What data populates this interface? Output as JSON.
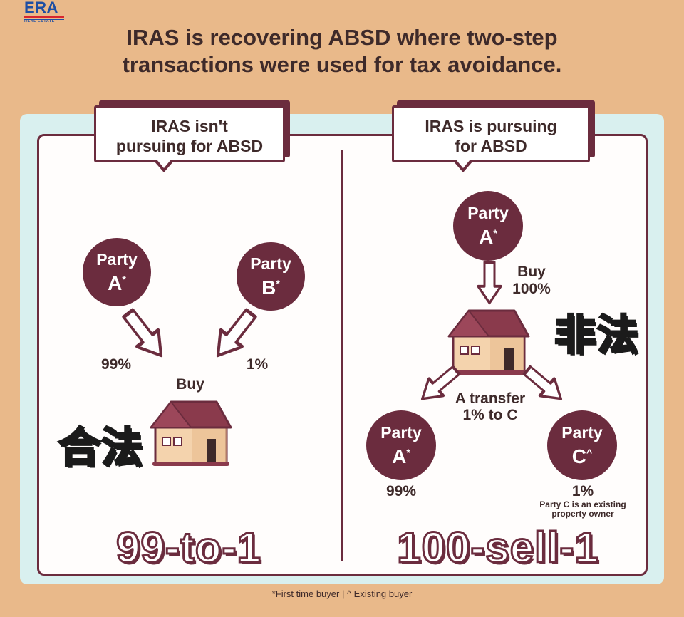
{
  "logo": {
    "word": "ERA",
    "sub": "REAL ESTATE"
  },
  "headline": {
    "line1": "IRAS is recovering ABSD where two-step",
    "line2": "transactions were used for tax avoidance."
  },
  "left": {
    "bubble_line1": "IRAS isn't",
    "bubble_line2": "pursuing for ABSD",
    "party_a": {
      "name": "Party",
      "letter": "A",
      "mark": "*"
    },
    "party_b": {
      "name": "Party",
      "letter": "B",
      "mark": "*"
    },
    "share_a": "99%",
    "share_b": "1%",
    "action": "Buy",
    "cn_tag": "合法",
    "scheme": "99-to-1"
  },
  "right": {
    "bubble_line1": "IRAS is pursuing",
    "bubble_line2": "for ABSD",
    "party_a_top": {
      "name": "Party",
      "letter": "A",
      "mark": "*"
    },
    "buy_line1": "Buy",
    "buy_line2": "100%",
    "cn_tag": "非法",
    "transfer_line1": "A transfer",
    "transfer_line2": "1% to C",
    "party_a_bottom": {
      "name": "Party",
      "letter": "A",
      "mark": "*"
    },
    "party_c": {
      "name": "Party",
      "letter": "C",
      "mark": "^"
    },
    "share_a": "99%",
    "share_c": "1%",
    "note_line1": "Party C is an existing",
    "note_line2": "property owner",
    "scheme": "100-sell-1"
  },
  "footnote": "*First time buyer  | ^ Existing buyer",
  "colors": {
    "background": "#e9b98a",
    "maroon": "#6b2c3e",
    "panel_border": "#d9f0ef",
    "roof": "#8a3a4c",
    "house_wall": "#f4d3ad",
    "cn_tag_fill": "#ffe600"
  },
  "icons": [
    "house-icon",
    "arrow-down-icon",
    "arrow-diagonal-icon"
  ]
}
